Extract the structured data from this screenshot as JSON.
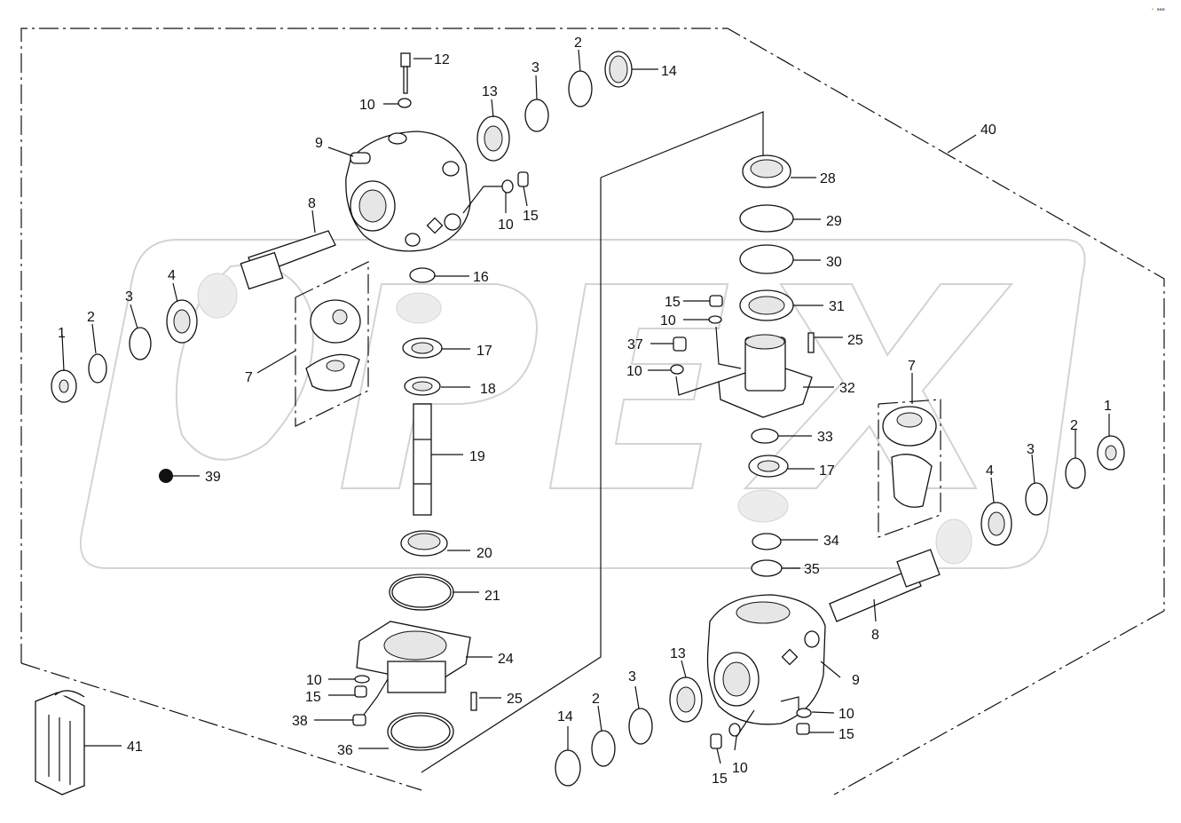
{
  "corner_mark": "🔸 ■■■",
  "watermark": "OPEX",
  "callouts": [
    {
      "id": "c1",
      "text": "12"
    },
    {
      "id": "c2",
      "text": "10"
    },
    {
      "id": "c3",
      "text": "13"
    },
    {
      "id": "c4",
      "text": "3"
    },
    {
      "id": "c5",
      "text": "2"
    },
    {
      "id": "c6",
      "text": "14"
    },
    {
      "id": "c7",
      "text": "9"
    },
    {
      "id": "c8",
      "text": "10"
    },
    {
      "id": "c9",
      "text": "15"
    },
    {
      "id": "c10",
      "text": "8"
    },
    {
      "id": "c11",
      "text": "16"
    },
    {
      "id": "c12",
      "text": "4"
    },
    {
      "id": "c13",
      "text": "3"
    },
    {
      "id": "c14",
      "text": "2"
    },
    {
      "id": "c15",
      "text": "1"
    },
    {
      "id": "c16",
      "text": "7"
    },
    {
      "id": "c17",
      "text": "17"
    },
    {
      "id": "c18",
      "text": "18"
    },
    {
      "id": "c19",
      "text": "19"
    },
    {
      "id": "c20",
      "text": "39"
    },
    {
      "id": "c21",
      "text": "20"
    },
    {
      "id": "c22",
      "text": "21"
    },
    {
      "id": "c23",
      "text": "24"
    },
    {
      "id": "c24",
      "text": "10"
    },
    {
      "id": "c25",
      "text": "15"
    },
    {
      "id": "c26",
      "text": "25"
    },
    {
      "id": "c27",
      "text": "38"
    },
    {
      "id": "c28",
      "text": "36"
    },
    {
      "id": "c29",
      "text": "41"
    },
    {
      "id": "c30",
      "text": "40"
    },
    {
      "id": "c31",
      "text": "28"
    },
    {
      "id": "c32",
      "text": "29"
    },
    {
      "id": "c33",
      "text": "30"
    },
    {
      "id": "c34",
      "text": "15"
    },
    {
      "id": "c35",
      "text": "31"
    },
    {
      "id": "c36",
      "text": "10"
    },
    {
      "id": "c37",
      "text": "37"
    },
    {
      "id": "c38",
      "text": "25"
    },
    {
      "id": "c39",
      "text": "10"
    },
    {
      "id": "c40",
      "text": "32"
    },
    {
      "id": "c41",
      "text": "7"
    },
    {
      "id": "c42",
      "text": "33"
    },
    {
      "id": "c43",
      "text": "17"
    },
    {
      "id": "c44",
      "text": "1"
    },
    {
      "id": "c45",
      "text": "2"
    },
    {
      "id": "c46",
      "text": "3"
    },
    {
      "id": "c47",
      "text": "4"
    },
    {
      "id": "c48",
      "text": "34"
    },
    {
      "id": "c49",
      "text": "35"
    },
    {
      "id": "c50",
      "text": "8"
    },
    {
      "id": "c51",
      "text": "13"
    },
    {
      "id": "c52",
      "text": "3"
    },
    {
      "id": "c53",
      "text": "2"
    },
    {
      "id": "c54",
      "text": "14"
    },
    {
      "id": "c55",
      "text": "9"
    },
    {
      "id": "c56",
      "text": "10"
    },
    {
      "id": "c57",
      "text": "15"
    },
    {
      "id": "c58",
      "text": "10"
    },
    {
      "id": "c59",
      "text": "15"
    }
  ]
}
